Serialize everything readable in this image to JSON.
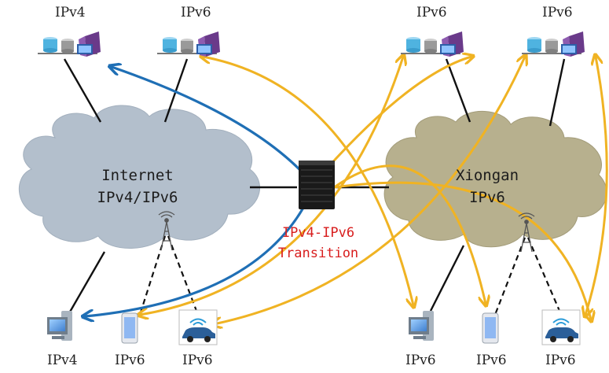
{
  "networks": {
    "internet": {
      "name": "Internet",
      "protocol": "IPv4/IPv6",
      "color": "#b3bfcc"
    },
    "xiongan": {
      "name": "Xiongan",
      "protocol": "IPv6",
      "color": "#b7b08e"
    }
  },
  "transition": {
    "line1": "IPv4-IPv6",
    "line2": "Transition",
    "color": "#d81e1e"
  },
  "servers": {
    "top_left_1": "IPv4",
    "top_left_2": "IPv6",
    "top_right_1": "IPv6",
    "top_right_2": "IPv6"
  },
  "clients": {
    "bottom_left_pc": "IPv4",
    "bottom_left_phone": "IPv6",
    "bottom_left_car": "IPv6",
    "bottom_right_pc": "IPv6",
    "bottom_right_phone": "IPv6",
    "bottom_right_car": "IPv6"
  },
  "flow_colors": {
    "ipv4_flow": "#1f6fb5",
    "ipv6_flow": "#f0b323"
  }
}
